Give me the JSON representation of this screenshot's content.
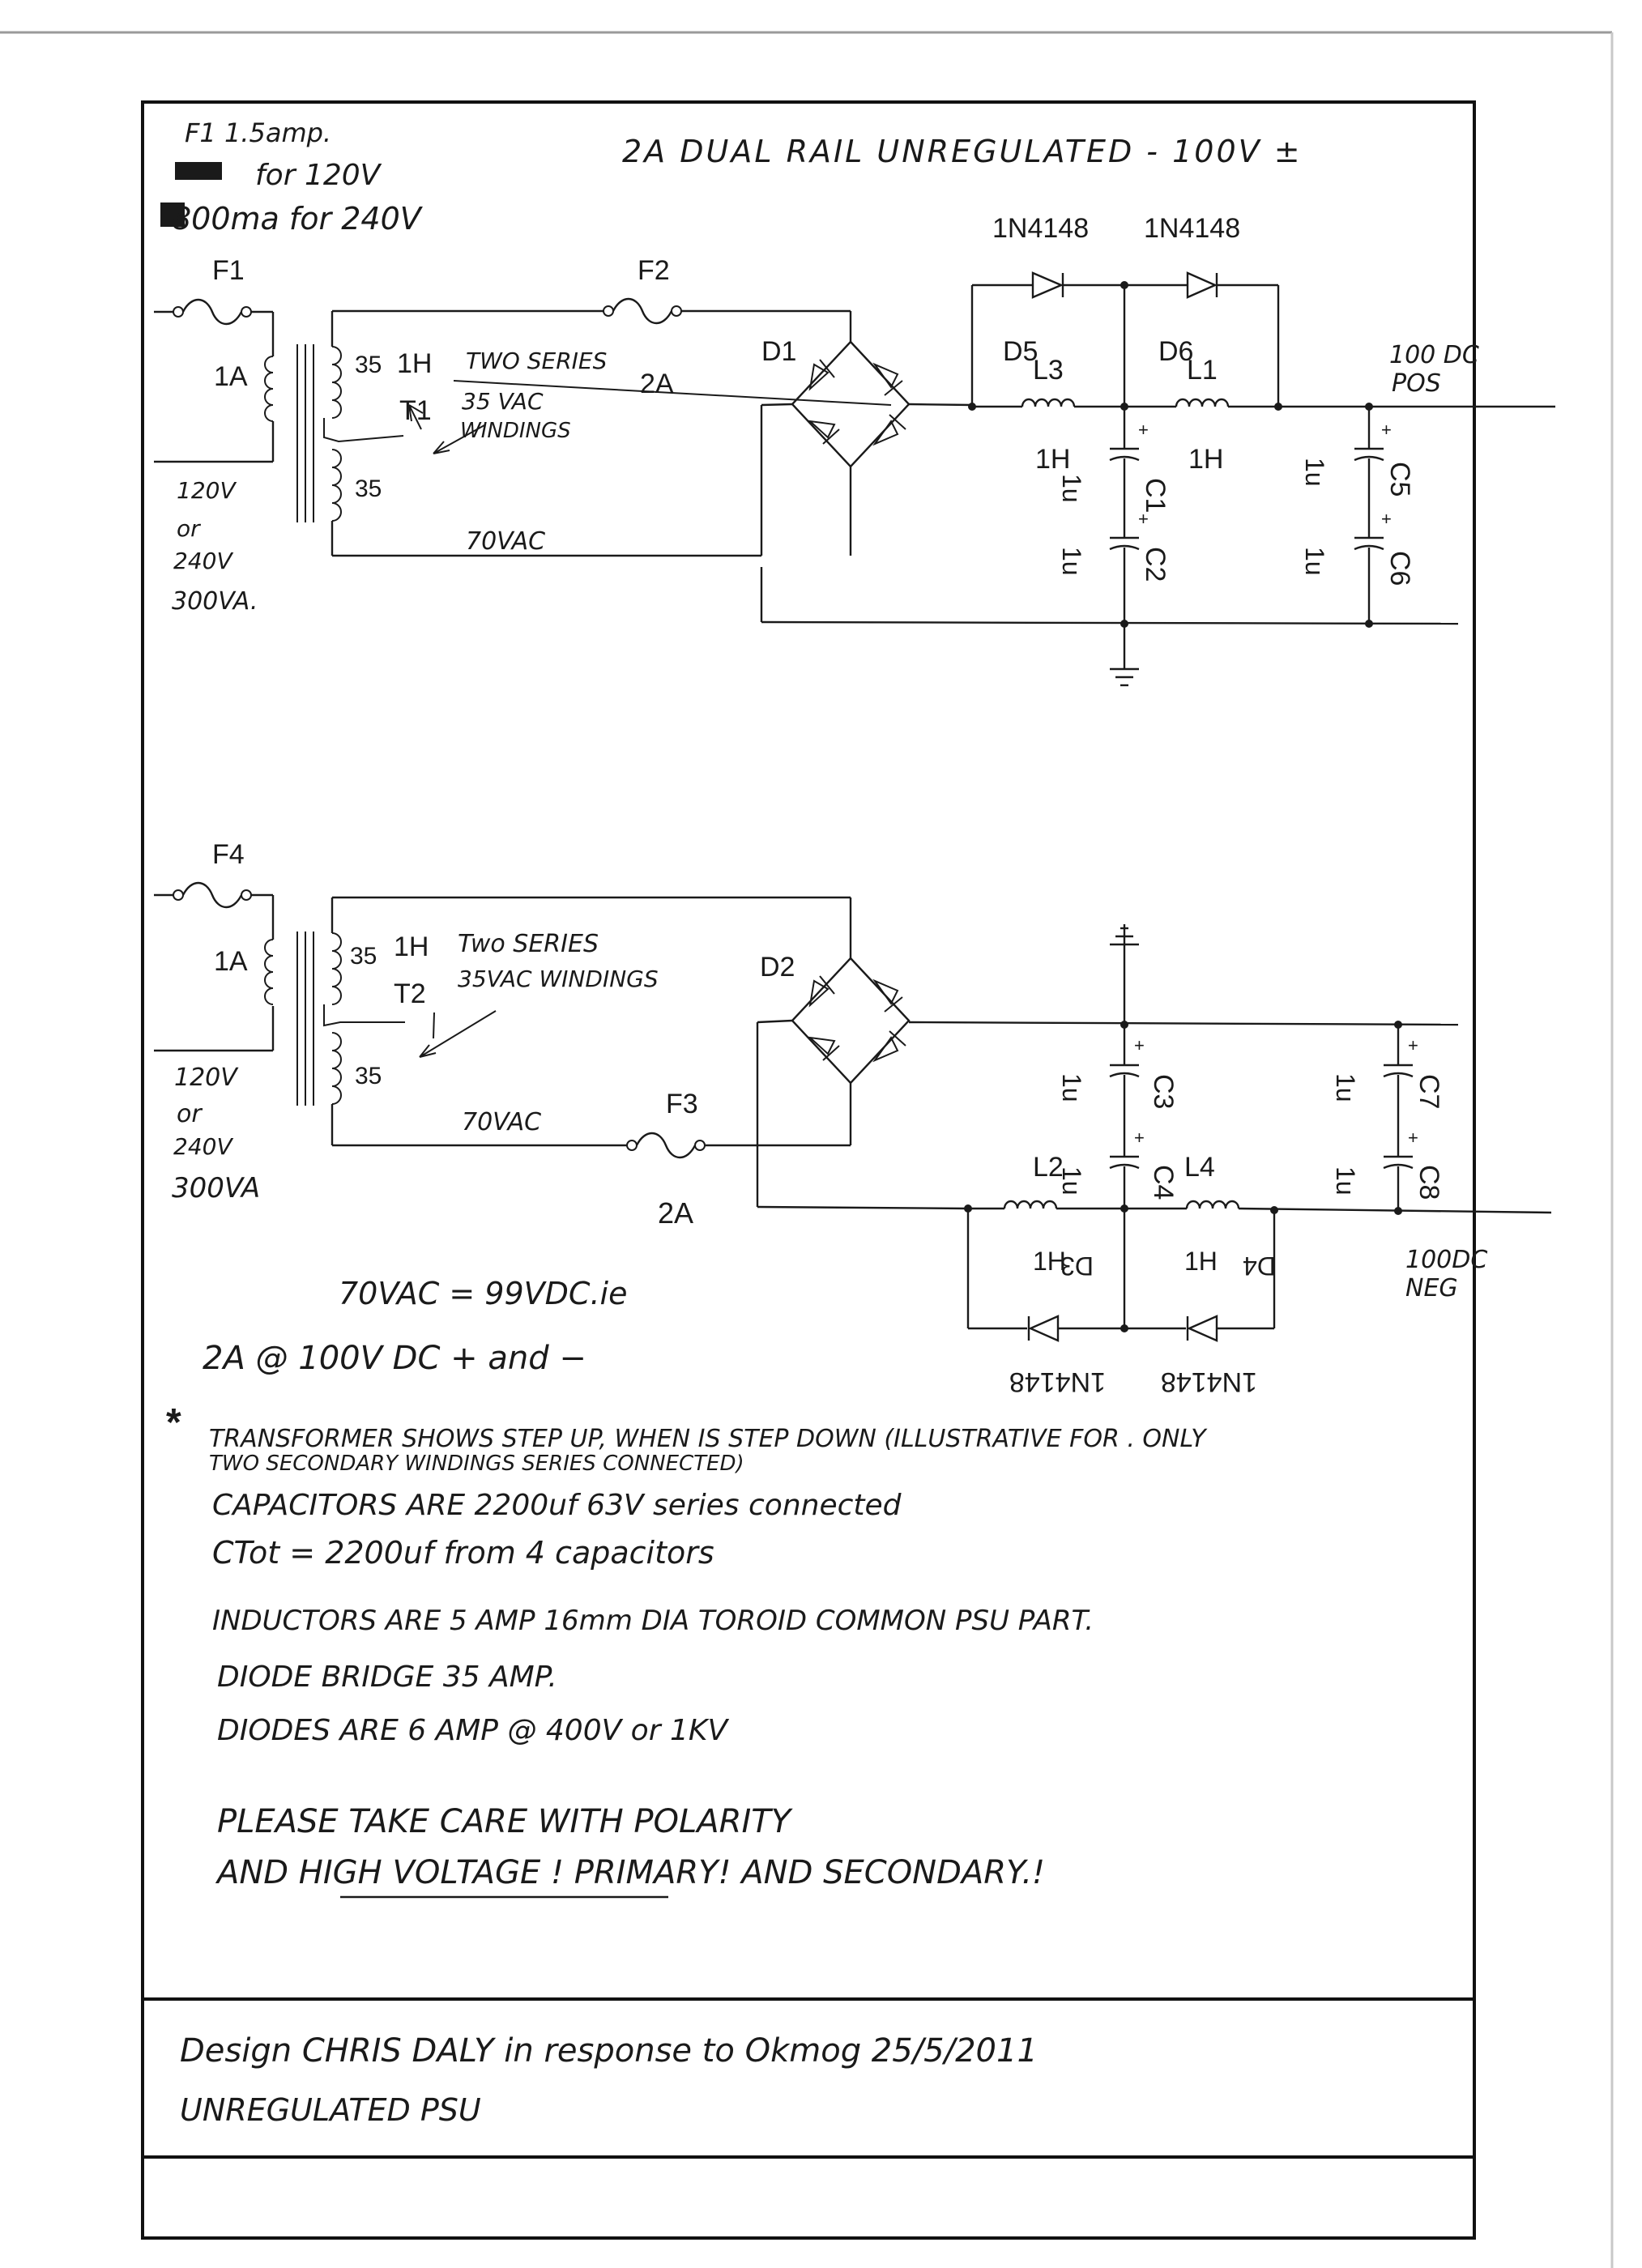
{
  "title": "2A DUAL RAIL UNREGULATED - 100V ±",
  "fuse_note": [
    "F1 1.5amp.",
    "for 120V",
    "800ma for 240V"
  ],
  "top": {
    "fuse_primary": "F1",
    "fuse_primary_rating": "1A",
    "fuse_secondary": "F2",
    "fuse_secondary_rating": "2A",
    "transformer": "T1",
    "winding_tap_top": "35",
    "winding_tap_bottom": "35",
    "inductance": "1H",
    "series_note": [
      "TWO SERIES",
      "35 VAC",
      "WINDINGS"
    ],
    "primary_voltage": [
      "120V",
      "or",
      "240V",
      "300VA."
    ],
    "ac_voltage": "70VAC",
    "bridge": "D1",
    "diode_left": "D5",
    "diode_right": "D6",
    "diode_part_left": "1N4148",
    "diode_part_right": "1N4148",
    "inductor_left": "L3",
    "inductor_right": "L1",
    "inductor_left_value": "1H",
    "inductor_right_value": "1H",
    "caps": [
      {
        "name": "C1",
        "value": "1u"
      },
      {
        "name": "C2",
        "value": "1u"
      },
      {
        "name": "C5",
        "value": "1u"
      },
      {
        "name": "C6",
        "value": "1u"
      }
    ],
    "output": [
      "100 DC",
      "POS"
    ]
  },
  "bottom": {
    "fuse_primary": "F4",
    "fuse_primary_rating": "1A",
    "fuse_secondary": "F3",
    "fuse_secondary_rating": "2A",
    "transformer": "T2",
    "winding_tap_top": "35",
    "winding_tap_bottom": "35",
    "inductance": "1H",
    "series_note": [
      "Two SERIES",
      "35VAC WINDINGS"
    ],
    "primary_voltage": [
      "120V",
      "or",
      "240V",
      "300VA"
    ],
    "ac_voltage": "70VAC",
    "bridge": "D2",
    "diode_left": "D3",
    "diode_right": "D4",
    "diode_part_left": "1N4148",
    "diode_part_right": "1N4148",
    "inductor_left": "L2",
    "inductor_right": "L4",
    "inductor_left_value": "1H",
    "inductor_right_value": "1H",
    "caps": [
      {
        "name": "C3",
        "value": "1u"
      },
      {
        "name": "C4",
        "value": "1u"
      },
      {
        "name": "C7",
        "value": "1u"
      },
      {
        "name": "C8",
        "value": "1u"
      }
    ],
    "output": [
      "100DC",
      "NEG"
    ]
  },
  "notes": [
    "70VAC = 99VDC.ie",
    "2A @ 100V DC + and −",
    "TRANSFORMER SHOWS STEP UP, WHEN IS STEP DOWN (ILLUSTRATIVE FOR . ONLY",
    "TWO SECONDARY WINDINGS SERIES CONNECTED)",
    "CAPACITORS ARE 2200uf 63V series connected",
    "CTot = 2200uf from 4 capacitors",
    "INDUCTORS ARE 5 AMP 16mm DIA TOROID COMMON PSU PART.",
    "DIODE BRIDGE 35 AMP.",
    "DIODES ARE 6 AMP @ 400V or 1KV",
    "PLEASE TAKE CARE WITH POLARITY",
    "AND HIGH VOLTAGE ! PRIMARY! AND SECONDARY.!"
  ],
  "title_block": [
    "Design CHRIS DALY in response to Okmog 25/5/2011",
    "UNREGULATED PSU"
  ]
}
